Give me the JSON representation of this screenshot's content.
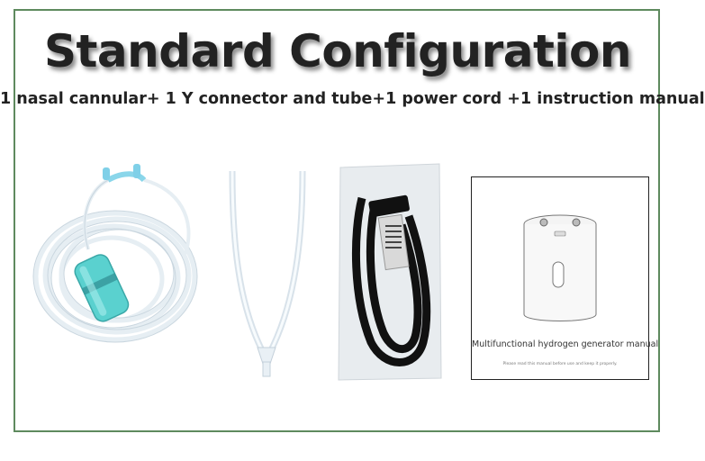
{
  "heading": {
    "title": "Standard Configuration",
    "subtitle": "1 nasal cannular+ 1 Y connector and tube+1 power cord +1 instruction manual"
  },
  "manual": {
    "title": "Multifunctional hydrogen generator manual",
    "note": "Please read this manual before use and keep it properly."
  },
  "colors": {
    "border": "#5e8a5e",
    "cannula_tint": "#5ad1cf",
    "cord": "#111111"
  }
}
